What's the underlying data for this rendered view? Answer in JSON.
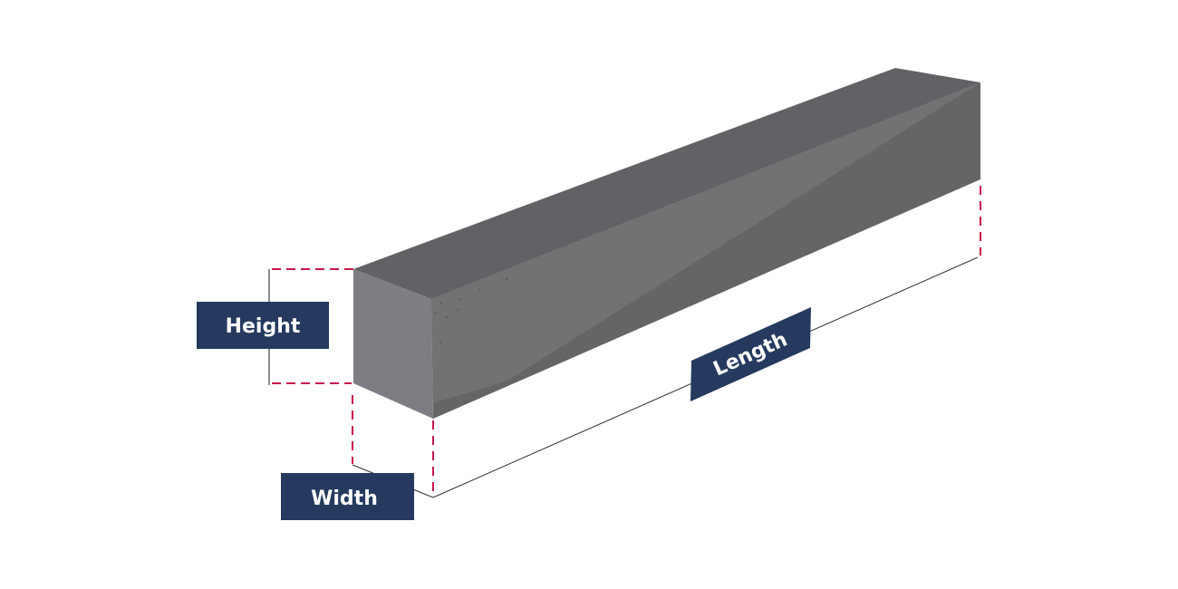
{
  "diagram": {
    "labels": {
      "height": "Height",
      "width": "Width",
      "length": "Length"
    },
    "colors": {
      "label_bg": "#253a5e",
      "dash": "#c8174a",
      "front_face": "#7d7d84",
      "top_face": "#616166",
      "side_face": "#686869",
      "side_highlight": "#737373"
    }
  }
}
